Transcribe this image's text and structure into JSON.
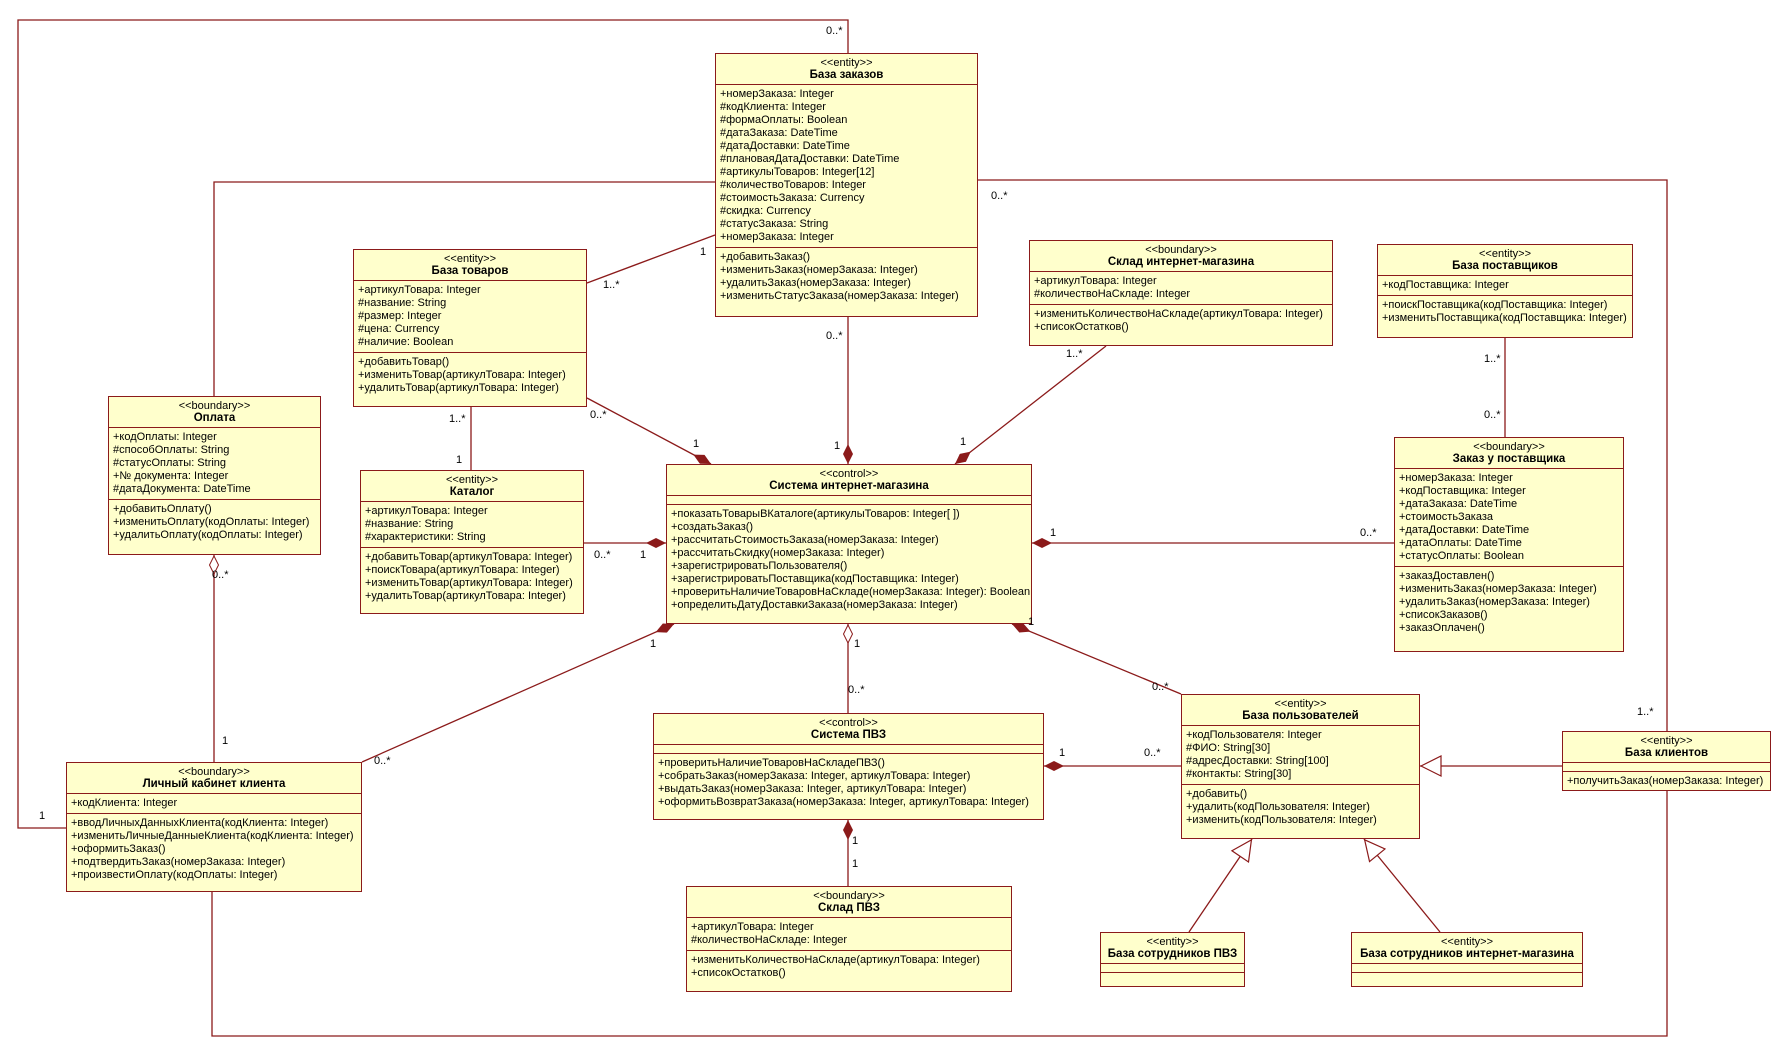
{
  "classes": {
    "orders_db": {
      "stereotype": "<<entity>>",
      "name": "База заказов",
      "attributes": [
        "+номерЗаказа: Integer",
        "#кодКлиента: Integer",
        "#формаОплаты: Boolean",
        "#датаЗаказа: DateTime",
        "#датаДоставки: DateTime",
        "#плановаяДатаДоставки: DateTime",
        "#артикулыТоваров: Integer[12]",
        "#количествоТоваров: Integer",
        "#стоимостьЗаказа: Currency",
        "#скидка: Currency",
        "#статусЗаказа: String",
        "+номерЗаказа: Integer"
      ],
      "operations": [
        "+добавитьЗаказ()",
        "+изменитьЗаказ(номерЗаказа: Integer)",
        "+удалитьЗаказ(номерЗаказа: Integer)",
        "+изменитьСтатусЗаказа(номерЗаказа: Integer)"
      ]
    },
    "products_db": {
      "stereotype": "<<entity>>",
      "name": "База товаров",
      "attributes": [
        "+артикулТовара: Integer",
        "#название: String",
        "#размер: Integer",
        "#цена: Currency",
        "#наличие: Boolean"
      ],
      "operations": [
        "+добавитьТовар()",
        "+изменитьТовар(артикулТовара: Integer)",
        "+удалитьТовар(артикулТовара: Integer)"
      ]
    },
    "warehouse_shop": {
      "stereotype": "<<boundary>>",
      "name": "Склад интернет-магазина",
      "attributes": [
        "+артикулТовара: Integer",
        "#количествоНаСкладе: Integer"
      ],
      "operations": [
        "+изменитьКоличествоНаСкладе(артикулТовара: Integer)",
        "+списокОстатков()"
      ]
    },
    "suppliers_db": {
      "stereotype": "<<entity>>",
      "name": "База поставщиков",
      "attributes": [
        "+кодПоставщика: Integer"
      ],
      "operations": [
        "+поискПоставщика(кодПоставщика: Integer)",
        "+изменитьПоставщика(кодПоставщика: Integer)"
      ]
    },
    "payment": {
      "stereotype": "<<boundary>>",
      "name": "Оплата",
      "attributes": [
        "+кодОплаты: Integer",
        "#способОплаты: String",
        "#статусОплаты: String",
        "+№ документа: Integer",
        "#датаДокумента: DateTime"
      ],
      "operations": [
        "+добавитьОплату()",
        "+изменитьОплату(кодОплаты: Integer)",
        "+удалитьОплату(кодОплаты: Integer)"
      ]
    },
    "catalog": {
      "stereotype": "<<entity>>",
      "name": "Каталог",
      "attributes": [
        "+артикулТовара: Integer",
        "#название: String",
        "#характеристики: String"
      ],
      "operations": [
        "+добавитьТовар(артикулТовара: Integer)",
        "+поискТовара(артикулТовара: Integer)",
        "+изменитьТовар(артикулТовара: Integer)",
        "+удалитьТовар(артикулТовара: Integer)"
      ]
    },
    "shop_system": {
      "stereotype": "<<control>>",
      "name": "Система интернет-магазина",
      "attributes": [],
      "operations": [
        "+показатьТоварыВКаталоге(артикулыТоваров: Integer[ ])",
        "+создатьЗаказ()",
        "+рассчитатьСтоимостьЗаказа(номерЗаказа: Integer)",
        "+рассчитатьСкидку(номерЗаказа: Integer)",
        "+зарегистрироватьПользователя()",
        "+зарегистрироватьПоставщика(кодПоставщика: Integer)",
        "+проверитьНаличиеТоваровНаСкладе(номерЗаказа: Integer): Boolean",
        "+определитьДатуДоставкиЗаказа(номерЗаказа: Integer)"
      ]
    },
    "supplier_order": {
      "stereotype": "<<boundary>>",
      "name": "Заказ у поставщика",
      "attributes": [
        "+номерЗаказа: Integer",
        "+кодПоставщика: Integer",
        "+датаЗаказа: DateTime",
        "+стоимостьЗаказа",
        "+датаДоставки: DateTime",
        "+датаОплаты: DateTime",
        "+статусОплаты: Boolean"
      ],
      "operations": [
        "+заказДоставлен()",
        "+изменитьЗаказ(номерЗаказа: Integer)",
        "+удалитьЗаказ(номерЗаказа: Integer)",
        "+списокЗаказов()",
        "+заказОплачен()"
      ]
    },
    "pvz_system": {
      "stereotype": "<<control>>",
      "name": "Система ПВЗ",
      "attributes": [],
      "operations": [
        "+проверитьНаличиеТоваровНаСкладеПВЗ()",
        "+собратьЗаказ(номерЗаказа: Integer, артикулТовара: Integer)",
        "+выдатьЗаказ(номерЗаказа: Integer, артикулТовара: Integer)",
        "+оформитьВозвратЗаказа(номерЗаказа: Integer, артикулТовара: Integer)"
      ]
    },
    "users_db": {
      "stereotype": "<<entity>>",
      "name": "База пользователей",
      "attributes": [
        "+кодПользователя: Integer",
        "#ФИО: String[30]",
        "#адресДоставки: String[100]",
        "#контакты: String[30]"
      ],
      "operations": [
        "+добавить()",
        "+удалить(кодПользователя: Integer)",
        "+изменить(кодПользователя: Integer)"
      ]
    },
    "clients_db": {
      "stereotype": "<<entity>>",
      "name": "База клиентов",
      "attributes": [],
      "operations": [
        "+получитьЗаказ(номерЗаказа: Integer)"
      ]
    },
    "client_cabinet": {
      "stereotype": "<<boundary>>",
      "name": "Личный кабинет клиента",
      "attributes": [
        "+кодКлиента: Integer"
      ],
      "operations": [
        "+вводЛичныхДанныхКлиента(кодКлиента: Integer)",
        "+изменитьЛичныеДанныеКлиента(кодКлиента: Integer)",
        "+оформитьЗаказ()",
        "+подтвердитьЗаказ(номерЗаказа: Integer)",
        "+произвестиОплату(кодОплаты: Integer)"
      ]
    },
    "pvz_warehouse": {
      "stereotype": "<<boundary>>",
      "name": "Склад ПВЗ",
      "attributes": [
        "+артикулТовара: Integer",
        "#количествоНаСкладе: Integer"
      ],
      "operations": [
        "+изменитьКоличествоНаСкладе(артикулТовара: Integer)",
        "+списокОстатков()"
      ]
    },
    "pvz_staff_db": {
      "stereotype": "<<entity>>",
      "name": "База сотрудников ПВЗ",
      "attributes": [],
      "operations": []
    },
    "shop_staff_db": {
      "stereotype": "<<entity>>",
      "name": "База сотрудников интернет-магазина",
      "attributes": [],
      "operations": []
    }
  },
  "multiplicities": {
    "m_top_star": "0..*",
    "m_orders_right": "0..*",
    "m_orders_products_1": "1",
    "m_products_orders": "1..*",
    "m_orders_bottom": "0..*",
    "m_orders_sys": "1",
    "m_products_sys": "0..*",
    "m_sys_products": "1",
    "m_wh_bottom": "1..*",
    "m_sys_wh": "1",
    "m_prod_catalog": "1..*",
    "m_catalog_prod": "1",
    "m_catalog_sys": "0..*",
    "m_sys_catalog": "1",
    "m_supp_down": "1..*",
    "m_suporder_up": "0..*",
    "m_sys_suporder": "1",
    "m_suporder_sys": "0..*",
    "m_pay_down": "0..*",
    "m_cab_pay": "1",
    "m_sys_cab": "1",
    "m_cab_sys": "0..*",
    "m_sys_pvz": "1",
    "m_pvz_sys": "0..*",
    "m_sys_users": "1",
    "m_users_sys": "0..*",
    "m_pvz_users": "1",
    "m_users_pvz": "0..*",
    "m_pvz_wh1": "1",
    "m_pvz_wh2": "1",
    "m_cab_left": "1",
    "m_clients_up": "1..*"
  },
  "colors": {
    "line": "#8b1a1a",
    "box_fill": "#ffffcc"
  }
}
